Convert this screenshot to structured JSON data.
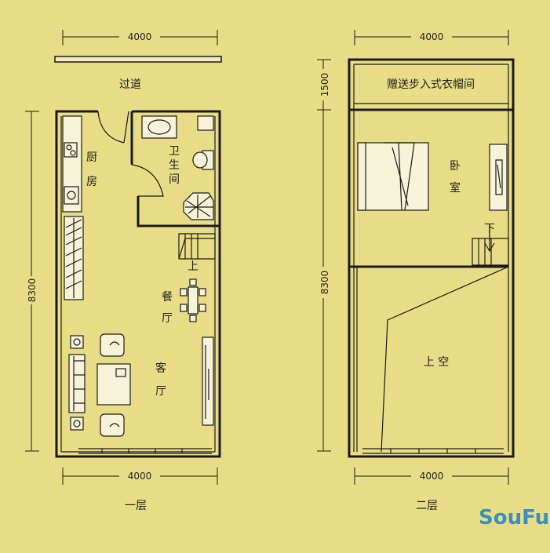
{
  "floor1": {
    "caption": "一层",
    "dim_top": "4000",
    "dim_bottom": "4000",
    "dim_left": "8300",
    "corridor": "过道",
    "kitchen": [
      "厨",
      "房"
    ],
    "bathroom": [
      "卫",
      "生",
      "间"
    ],
    "stairs_up": "上",
    "dining": [
      "餐",
      "厅"
    ],
    "living": [
      "客",
      "厅"
    ]
  },
  "floor2": {
    "caption": "二层",
    "dim_top": "4000",
    "dim_bottom": "4000",
    "dim_left_top": "1500",
    "dim_left": "8300",
    "closet": "赠送步入式衣帽间",
    "bedroom": [
      "卧",
      "室"
    ],
    "stairs_down": "下",
    "void": "上 空"
  },
  "watermark": "SouFun",
  "colors": {
    "background": "#e8dd86",
    "line": "#1a1a1a",
    "furniture": "#f7f3d8"
  }
}
